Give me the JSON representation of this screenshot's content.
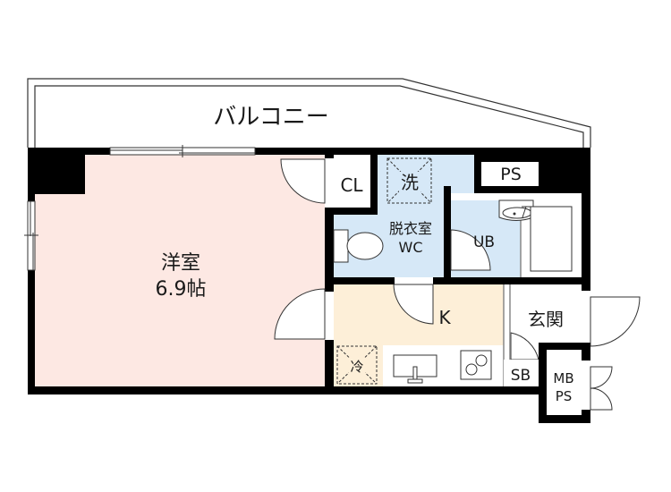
{
  "floorplan": {
    "title": "1K floor plan",
    "colors": {
      "wall": "#000000",
      "western_room": "#fde8e3",
      "wet_area": "#d6e8f7",
      "kitchen": "#fdefd8",
      "plain": "#ffffff",
      "line": "#333333"
    },
    "rooms": {
      "balcony": {
        "label": "バルコニー"
      },
      "western_room": {
        "label": "洋室",
        "size": "6.9帖"
      },
      "closet": {
        "label": "CL"
      },
      "washer": {
        "label": "洗"
      },
      "dressing_wc": {
        "label": "脱衣室",
        "sublabel": "WC"
      },
      "pipe_space": {
        "label": "PS"
      },
      "unit_bath": {
        "label": "UB"
      },
      "kitchen": {
        "label": "K"
      },
      "fridge": {
        "label": "冷"
      },
      "entrance": {
        "label": "玄関"
      },
      "shoe_box": {
        "label": "SB"
      },
      "meter_box": {
        "label": "MB",
        "sublabel": "PS"
      }
    }
  }
}
